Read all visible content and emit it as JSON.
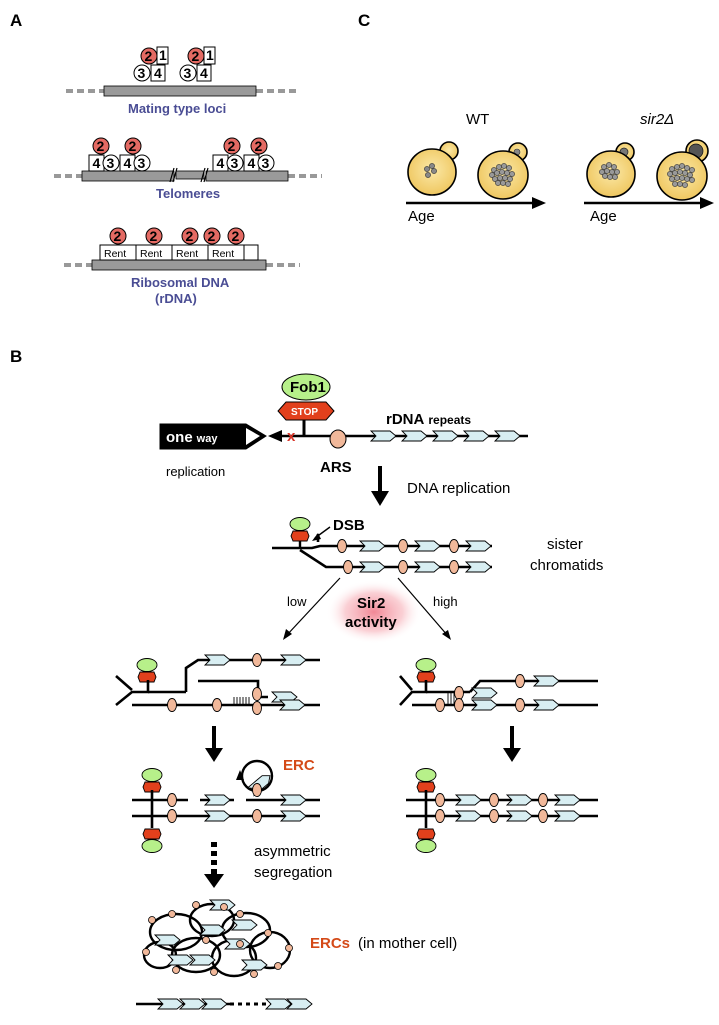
{
  "panels": {
    "a": "A",
    "b": "B",
    "c": "C"
  },
  "panel_a": {
    "mating_label": "Mating type loci",
    "telomeres_label": "Telomeres",
    "rdna_label_1": "Ribosomal DNA",
    "rdna_label_2": "(rDNA)",
    "sir2": "2",
    "sir1": "1",
    "sir3": "3",
    "sir4": "4",
    "rent": "Rent"
  },
  "panel_c": {
    "wt_label": "WT",
    "mutant_label": "sir2Δ",
    "age_label": "Age"
  },
  "panel_b": {
    "fob1": "Fob1",
    "stop": "STOP",
    "one": "one",
    "way": "way",
    "replication": "replication",
    "ars": "ARS",
    "rdna": "rDNA",
    "repeats": "repeats",
    "dna_replication": "DNA replication",
    "dsb": "DSB",
    "sister_1": "sister",
    "sister_2": "chromatids",
    "low": "low",
    "high": "high",
    "sir2_1": "Sir2",
    "sir2_2": "activity",
    "erc": "ERC",
    "asym_1": "asymmetric",
    "asym_2": "segregation",
    "ercs": "ERCs",
    "mother": "(in mother cell)"
  },
  "colors": {
    "sir2_red": "#e46a63",
    "fob1_green": "#b7f08a",
    "stop_red": "#e2401c",
    "repeat_blue": "#d8eef2",
    "ars_peach": "#f1b89a",
    "cell_yellow": "#f5d774",
    "text_blue": "#4a4d94",
    "erc_orange": "#d44a18"
  }
}
